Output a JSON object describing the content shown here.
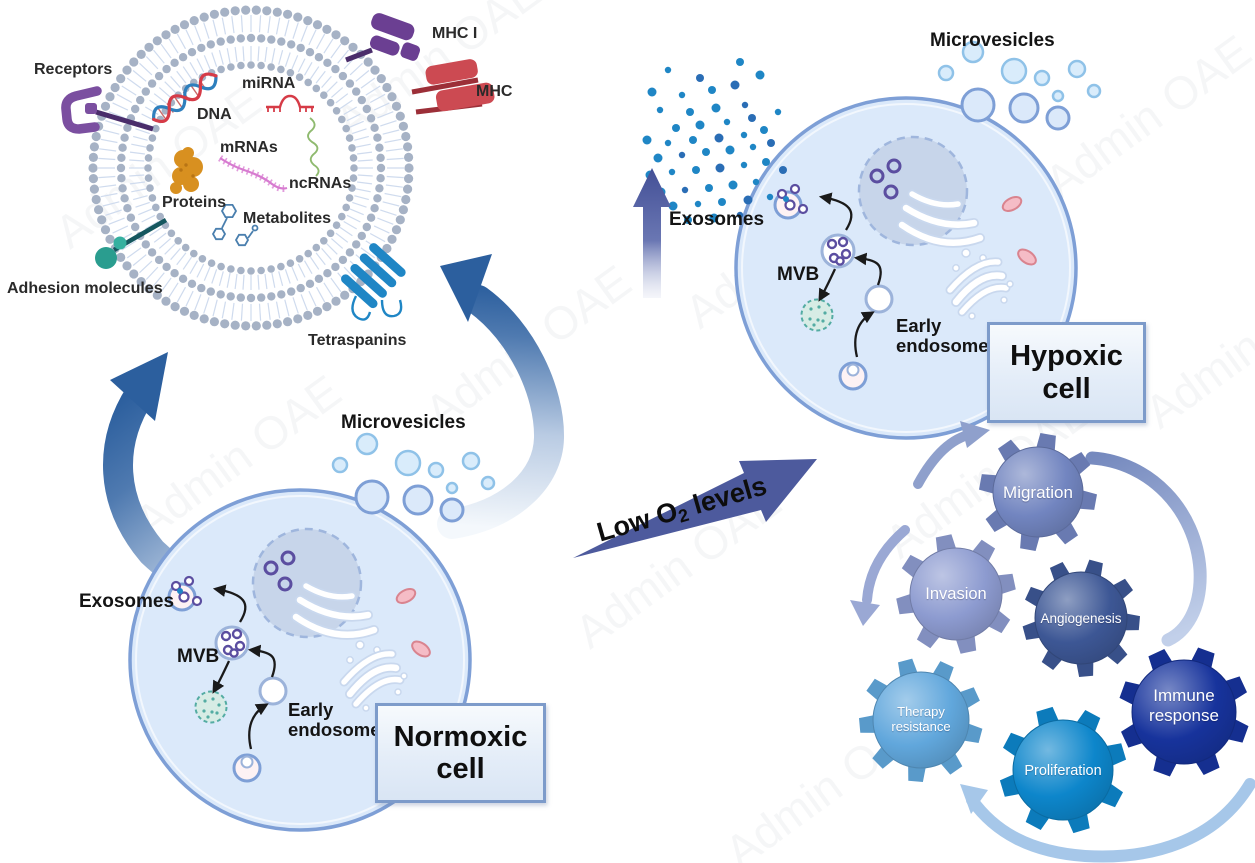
{
  "watermark": {
    "text": "Admin OAE"
  },
  "vesicle": {
    "labels": {
      "receptors": "Receptors",
      "dna": "DNA",
      "mirna": "miRNA",
      "mrnas": "mRNAs",
      "ncrnas": "ncRNAs",
      "proteins": "Proteins",
      "metabolites": "Metabolites",
      "adhesion_molecules": "Adhesion molecules",
      "tetraspanins": "Tetraspanins",
      "mhc_i": "MHC I",
      "mhc_ii": "MHC"
    }
  },
  "normoxic_cell": {
    "microvesicles": "Microvesicles",
    "exosomes": "Exosomes",
    "mvb": "MVB",
    "early_endosome": "Early endosome",
    "box_label": "Normoxic cell"
  },
  "hypoxic_cell": {
    "microvesicles": "Microvesicles",
    "exosomes": "Exosomes",
    "mvb": "MVB",
    "early_endosome": "Early endosome",
    "box_label": "Hypoxic cell"
  },
  "transition_arrow": {
    "text_pre": "Low O",
    "text_sub": "2",
    "text_post": " levels"
  },
  "gears": [
    {
      "label": "Migration",
      "color": "#7285c0"
    },
    {
      "label": "Invasion",
      "color": "#8d9bd0"
    },
    {
      "label": "Angiogenesis",
      "color": "#3d5795"
    },
    {
      "label": "Therapy resistance",
      "color": "#61a7dc"
    },
    {
      "label": "Proliferation",
      "color": "#0d86cb"
    },
    {
      "label": "Immune response",
      "color": "#17339c"
    }
  ],
  "colors": {
    "cell_fill": "#dbe9fa",
    "cell_membrane": "#7e9fd6",
    "nucleus": "#c7d5ea",
    "exosome_dot": "#1f86c5",
    "swoosh_arrow": "#2c5f9e",
    "low_o2_arrow": "#4d5a9d",
    "mvb_cargo": "#5b4ea0",
    "mitochondria": "#f5bcc6",
    "green_vesicle": "#54aca3",
    "membrane_head": "#a6b2c5",
    "receptor": "#7b4fa0",
    "adhesion_molecule": "#2a9d8f",
    "tetraspanin": "#1f86c5",
    "mhc_i": "#6b3f92",
    "mhc_ii": "#cc4a52",
    "dna_red": "#d63b47",
    "dna_blue": "#2e7fbd",
    "mrna": "#d77bd0",
    "ncrna": "#8fba6f",
    "protein": "#d89020",
    "metabolite": "#4a7fae"
  }
}
